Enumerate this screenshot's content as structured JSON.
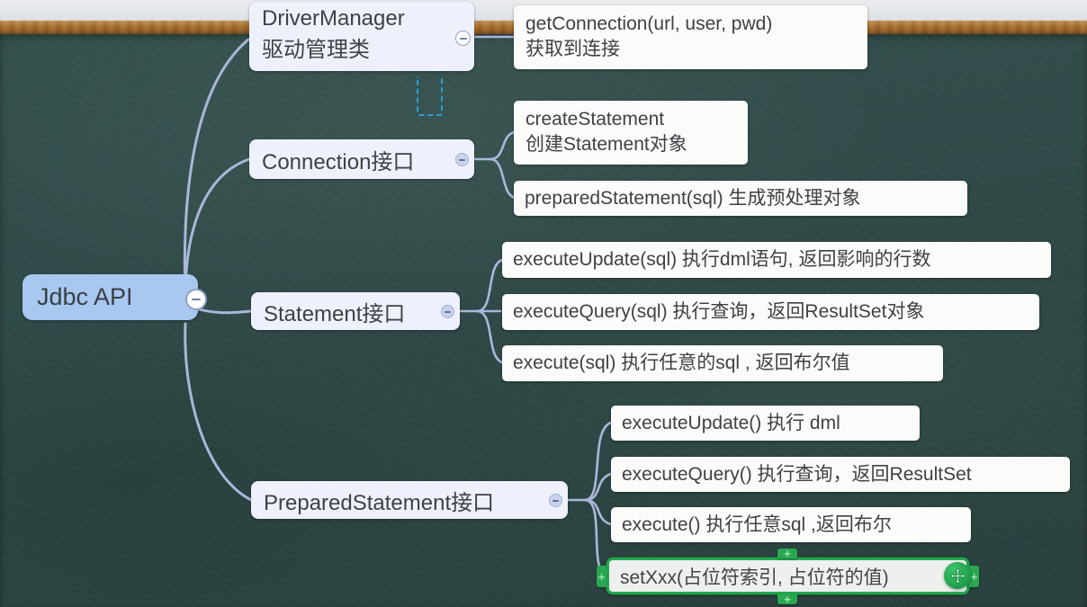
{
  "app": {
    "canvas_background": "chalkboard",
    "board_color": "#2f4a48",
    "frame_color": "#a8702f",
    "wall_color": "#e6e9ec",
    "connector_color": "#aab7da",
    "root_color": "#a9c8f0",
    "branch_color": "#eef1fb",
    "leaf_color": "#fbfbfa",
    "selection_color": "#23a94e",
    "drop_hint_color": "#2a9fd6"
  },
  "mindmap": {
    "root": {
      "label": "Jdbc API",
      "toggle": "collapse-minus-icon"
    },
    "branches": [
      {
        "id": "drivermanager",
        "label_line1": "DriverManager",
        "label_line2": "驱动管理类",
        "toggle": "collapse-minus-icon",
        "children": [
          {
            "id": "getconnection",
            "line1": "getConnection(url, user, pwd)",
            "line2": "获取到连接"
          }
        ]
      },
      {
        "id": "connection",
        "label": "Connection接口",
        "toggle": "collapse-minus-icon",
        "children": [
          {
            "id": "createstatement",
            "line1": "createStatement",
            "line2": "创建Statement对象"
          },
          {
            "id": "preparedstatement-sql",
            "line1": "preparedStatement(sql) 生成预处理对象"
          }
        ]
      },
      {
        "id": "statement",
        "label": "Statement接口",
        "toggle": "collapse-minus-icon",
        "children": [
          {
            "id": "stmt-executeupdate",
            "line1": "executeUpdate(sql) 执行dml语句, 返回影响的行数"
          },
          {
            "id": "stmt-executequery",
            "line1": "executeQuery(sql) 执行查询，返回ResultSet对象"
          },
          {
            "id": "stmt-execute",
            "line1": "execute(sql) 执行任意的sql , 返回布尔值"
          }
        ]
      },
      {
        "id": "preparedstatement",
        "label": "PreparedStatement接口",
        "toggle": "collapse-minus-icon",
        "children": [
          {
            "id": "ps-executeupdate",
            "line1": "executeUpdate() 执行 dml"
          },
          {
            "id": "ps-executequery",
            "line1": "executeQuery() 执行查询，返回ResultSet"
          },
          {
            "id": "ps-execute",
            "line1": "execute() 执行任意sql ,返回布尔"
          },
          {
            "id": "ps-setxxx",
            "line1": "setXxx(占位符索引, 占位符的值)",
            "selected": true
          }
        ]
      }
    ]
  },
  "selection": {
    "node_id": "ps-setxxx",
    "handle_label": "+",
    "handles": [
      "top",
      "right",
      "bottom",
      "left"
    ],
    "drag_icon": "move-arrows-icon"
  }
}
